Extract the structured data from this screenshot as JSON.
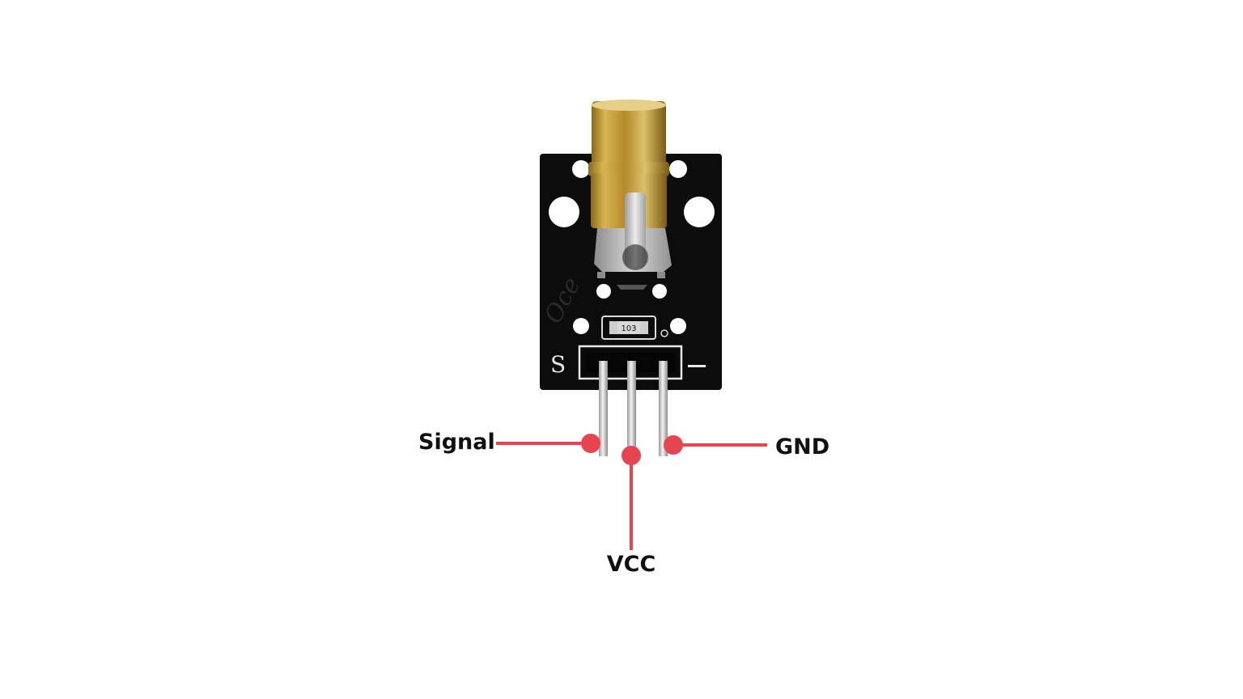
{
  "pins": {
    "signal": "Signal",
    "vcc": "VCC",
    "gnd": "GND"
  },
  "board": {
    "silk_left": "S",
    "silk_right": "-",
    "resistor_code": "103",
    "watermark": "Oce"
  },
  "colors": {
    "pcb": "#0c0c0c",
    "brass": "#c9a440",
    "pin_metal": "#c8c8c8",
    "callout": "#e64550",
    "label_text": "#111111"
  },
  "icons": [
    "laser-module-image",
    "callout-dot"
  ]
}
